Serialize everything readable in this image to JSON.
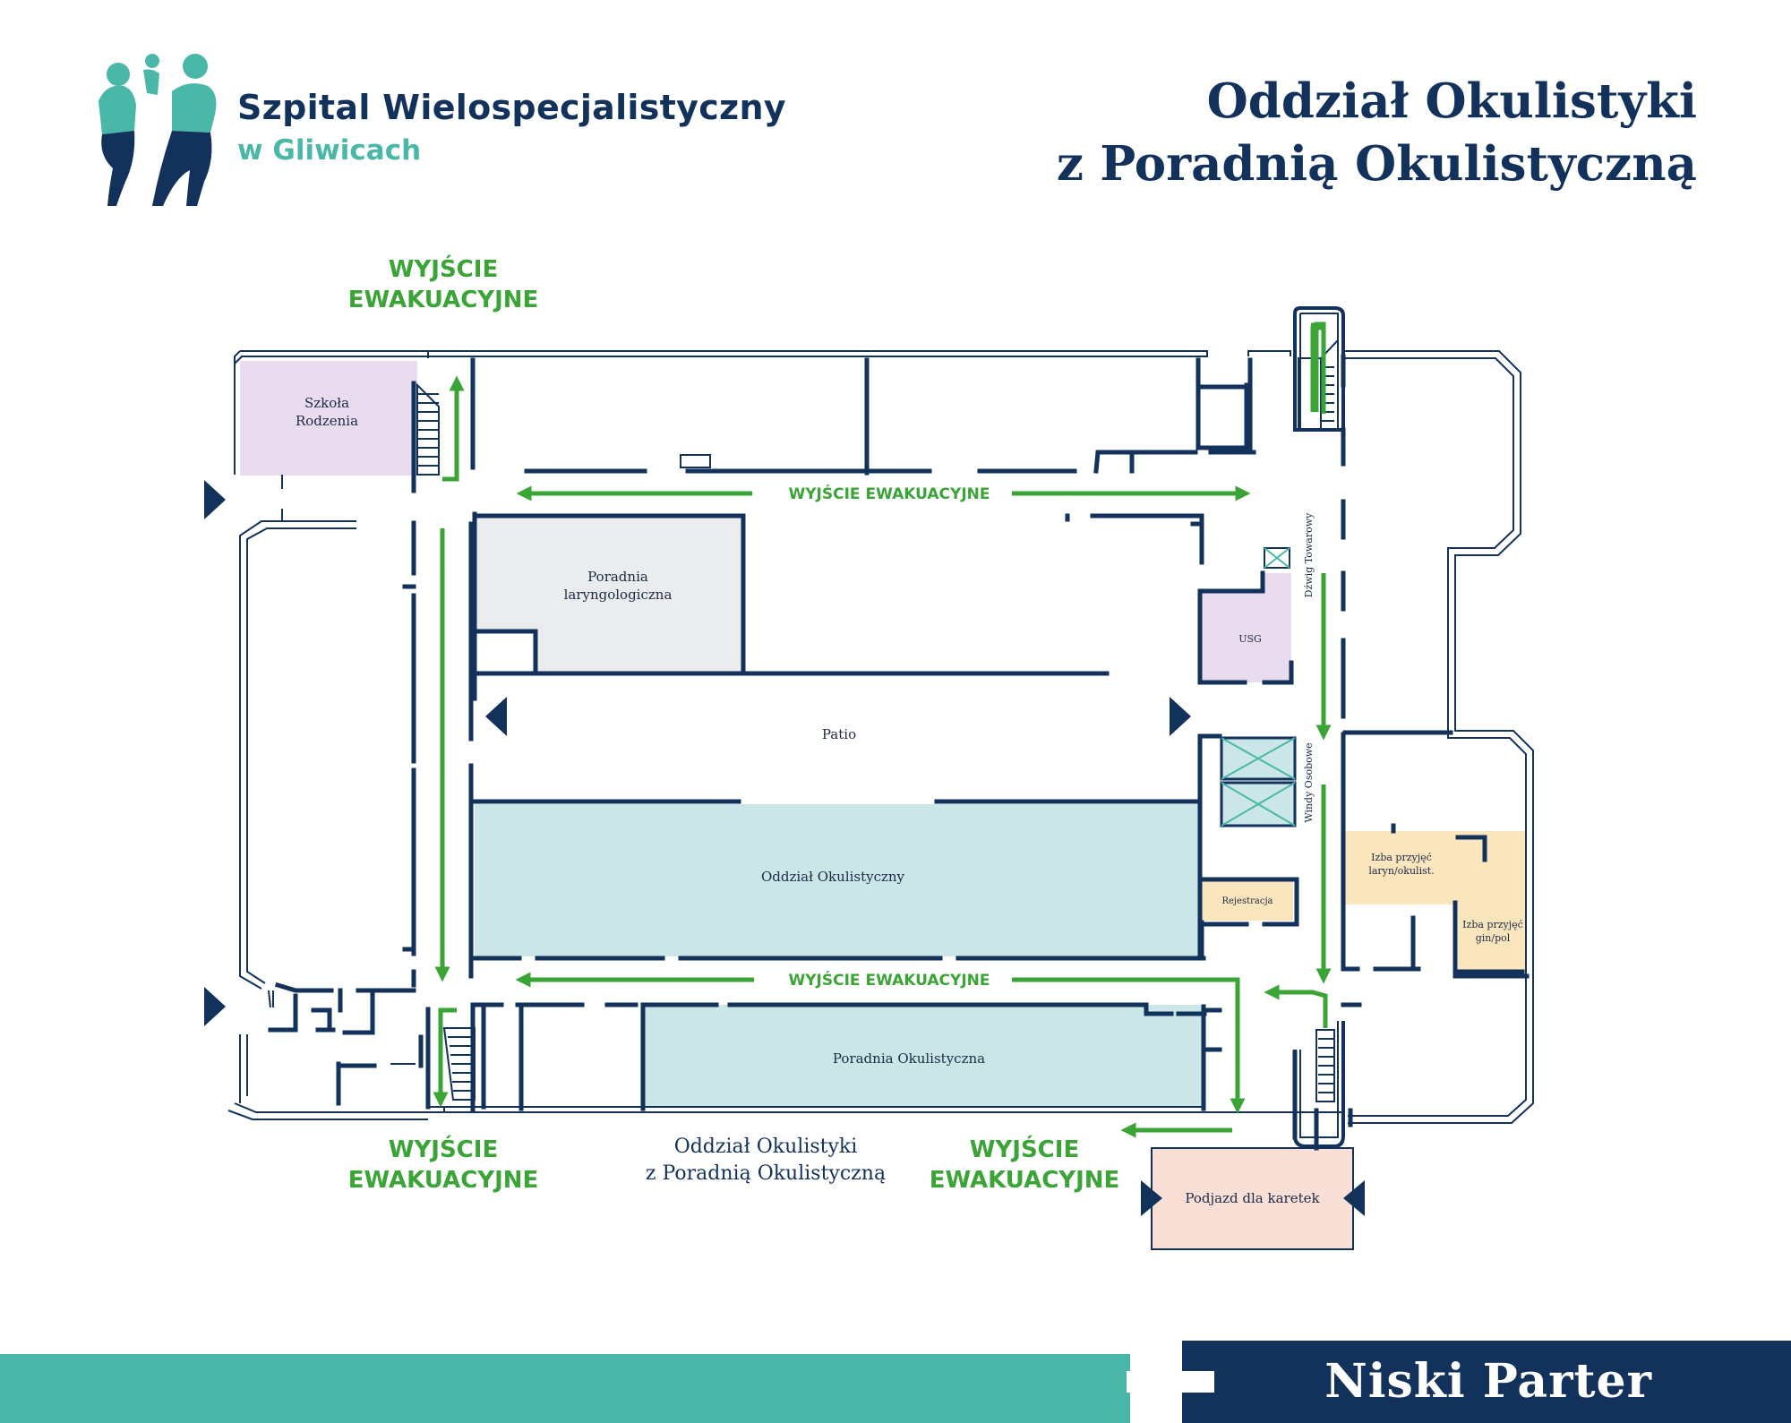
{
  "logo": {
    "name_line1": "Szpital Wielospecjalistyczny",
    "name_line2": "w Gliwicach",
    "icon": "family-icon"
  },
  "title": {
    "line1": "Oddział Okulistyki",
    "line2": "z Poradnią Okulistyczną"
  },
  "exits": {
    "top_left": [
      "WYJŚCIE",
      "EWAKUACYJNE"
    ],
    "corridor_top": "WYJŚCIE EWAKUACYJNE",
    "corridor_bottom": "WYJŚCIE EWAKUACYJNE",
    "bottom_left": [
      "WYJŚCIE",
      "EWAKUACYJNE"
    ],
    "bottom_right": [
      "WYJŚCIE",
      "EWAKUACYJNE"
    ]
  },
  "rooms": {
    "szkola_rodzenia": [
      "Szkoła",
      "Rodzenia"
    ],
    "poradnia_laryngologiczna": [
      "Poradnia",
      "laryngologiczna"
    ],
    "patio": "Patio",
    "oddzial_okulistyczny": "Oddział Okulistyczny",
    "poradnia_okulistyczna": "Poradnia Okulistyczna",
    "usg": "USG",
    "dzwig_towarowy": "Dźwig Towarowy",
    "windy_osobowe": "Windy Osobowe",
    "rejestracja": "Rejestracja",
    "izba_laryn": [
      "Izba przyjęć",
      "laryn/okulist."
    ],
    "izba_gin": [
      "Izba przyjęć",
      "gin/pol"
    ],
    "podjazd": "Podjazd dla karetek"
  },
  "map_caption": [
    "Oddział Okulistyki",
    "z Poradnią Okulistyczną"
  ],
  "footer": {
    "floor": "Niski Parter"
  },
  "colors": {
    "navy": "#12325c",
    "teal": "#4ab8a8",
    "exit_green": "#3aa436",
    "lilac": "#e8dcee",
    "grey_room": "#ebecee",
    "light_teal_room": "#cbe6e6",
    "peach_room": "#fbe5bc",
    "pink_room": "#f9dfd6"
  }
}
